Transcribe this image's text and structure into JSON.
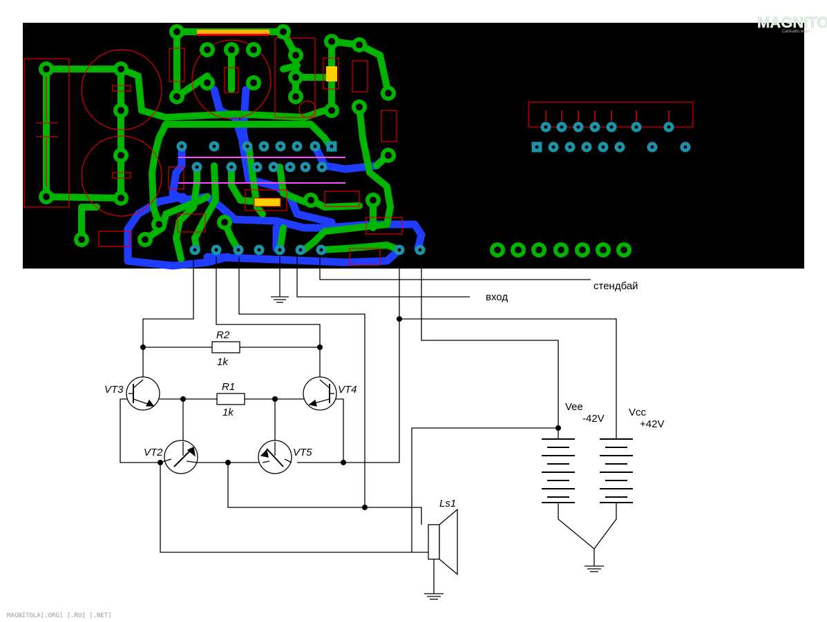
{
  "watermark": {
    "logo": "MAGNITOLA",
    "logo_sub": "CarAudio team",
    "footer": "MAGNITOLA[.ORG] [.RU] [.NET]"
  },
  "signals": {
    "standby": "стендбай",
    "input": "вход"
  },
  "resistors": [
    {
      "ref": "R2",
      "value": "1k"
    },
    {
      "ref": "R1",
      "value": "1k"
    }
  ],
  "transistors": [
    "VT3",
    "VT4",
    "VT2",
    "VT5"
  ],
  "supplies": [
    {
      "name": "Vee",
      "voltage": "-42V"
    },
    {
      "name": "Vcc",
      "voltage": "+42V"
    }
  ],
  "speaker": "Ls1",
  "colors": {
    "pcb_background": "#000000",
    "top_copper": "#00b400",
    "bottom_copper": "#1f3cff",
    "silkscreen": "#e00000",
    "pads": "#1d93a8",
    "jumper": "#ffb000"
  }
}
